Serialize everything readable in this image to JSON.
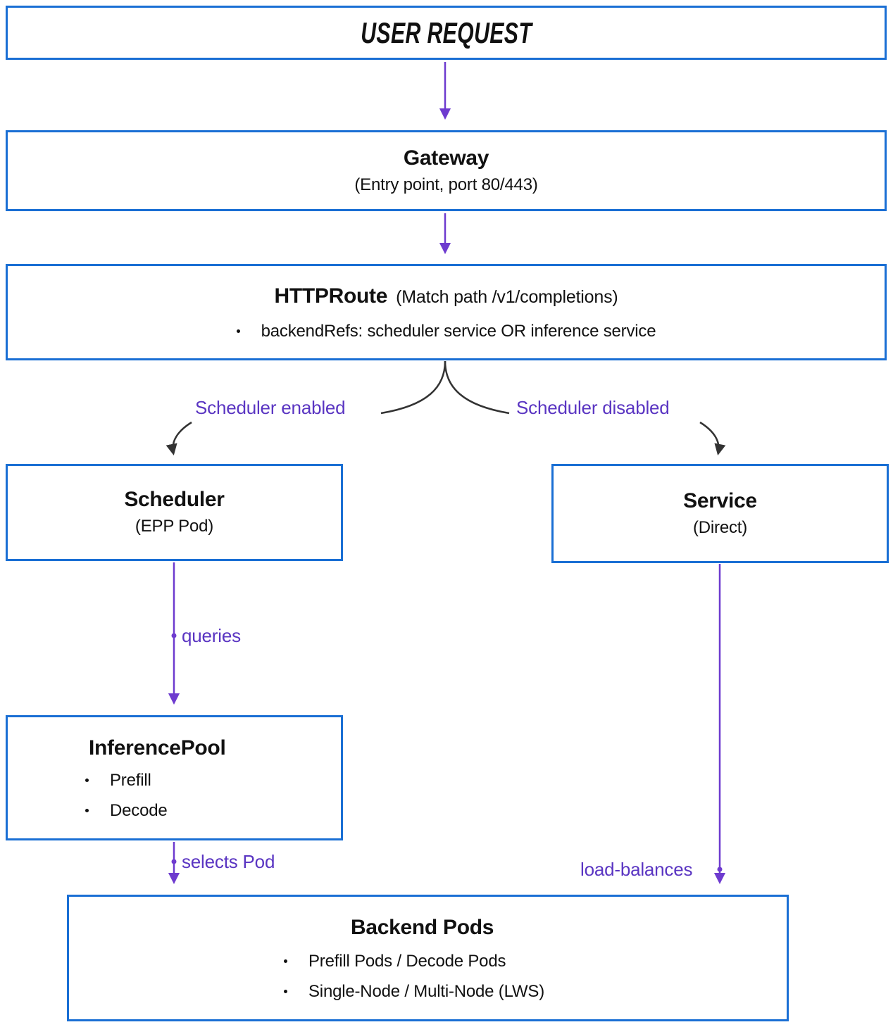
{
  "colors": {
    "box_border": "#1a6fd4",
    "arrow_purple": "#6e3bcf",
    "label_purple": "#5a35c2",
    "curve_dark": "#333333",
    "text_dark": "#111111"
  },
  "nodes": {
    "user_request": {
      "title": "USER REQUEST"
    },
    "gateway": {
      "title": "Gateway",
      "subtitle": "(Entry point, port 80/443)"
    },
    "httproute": {
      "title": "HTTPRoute",
      "title_suffix": "(Match path /v1/completions)",
      "bullets": [
        "backendRefs: scheduler service OR inference service"
      ]
    },
    "scheduler": {
      "title": "Scheduler",
      "subtitle": "(EPP Pod)"
    },
    "service": {
      "title": "Service",
      "subtitle": "(Direct)"
    },
    "inference_pool": {
      "title": "InferencePool",
      "bullets": [
        "Prefill",
        "Decode"
      ]
    },
    "backend_pods": {
      "title": "Backend Pods",
      "bullets": [
        "Prefill Pods / Decode Pods",
        "Single-Node / Multi-Node (LWS)"
      ]
    }
  },
  "edges": {
    "scheduler_enabled": "Scheduler enabled",
    "scheduler_disabled": "Scheduler disabled",
    "queries": "queries",
    "selects_pod": "selects Pod",
    "load_balances": "load-balances"
  }
}
